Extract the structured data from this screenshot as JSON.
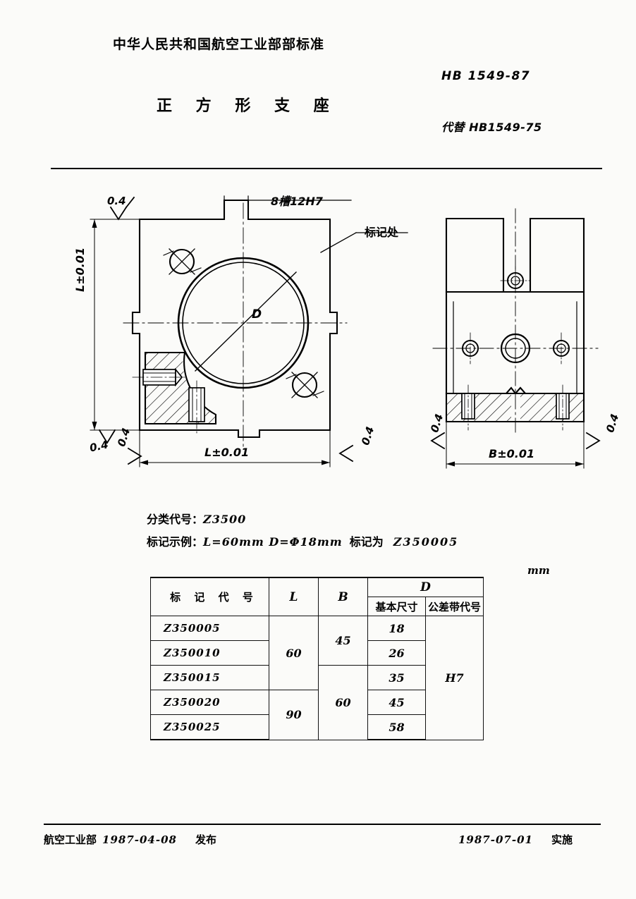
{
  "document": {
    "issuer_header": "中华人民共和国航空工业部部标准",
    "title": "正 方 形 支 座",
    "standard_number": "HB 1549-87",
    "replaces": "代替 HB1549-75"
  },
  "drawing": {
    "front_view": {
      "slot_note": "8槽12H7",
      "marking_note": "标记处",
      "bore_label": "D",
      "width_dim": "L±0.01",
      "height_dim": "L±0.01",
      "roughness_top_left": "0.4",
      "roughness_bottom_left_a": "0.4",
      "roughness_bottom_left_b": "0.4",
      "roughness_bottom_right": "0.4"
    },
    "side_view": {
      "width_dim": "B±0.01",
      "roughness_left": "0.4",
      "roughness_right": "0.4"
    }
  },
  "spec_notes": {
    "classification_label": "分类代号",
    "classification_sep": "：",
    "classification_value": "Z3500",
    "example_label": "标记示例",
    "example_sep": "：",
    "example_value": "L=60mm   D=Φ18mm",
    "example_marked_as": "标记为",
    "example_code": "Z350005"
  },
  "table": {
    "unit": "mm",
    "headers": {
      "mark_code": "标 记 代 号",
      "L": "L",
      "B": "B",
      "D": "D",
      "D_basic": "基本尺寸",
      "D_tolerance": "公差带代号"
    },
    "rows": [
      {
        "code": "Z350005",
        "L": "60",
        "B": "45",
        "D_basic": "18",
        "D_tolerance": "H7"
      },
      {
        "code": "Z350010",
        "L": "60",
        "B": "45",
        "D_basic": "26",
        "D_tolerance": "H7"
      },
      {
        "code": "Z350015",
        "L": "60",
        "B": "60",
        "D_basic": "35",
        "D_tolerance": "H7"
      },
      {
        "code": "Z350020",
        "L": "90",
        "B": "60",
        "D_basic": "45",
        "D_tolerance": "H7"
      },
      {
        "code": "Z350025",
        "L": "90",
        "B": "60",
        "D_basic": "58",
        "D_tolerance": "H7"
      }
    ],
    "merged": {
      "L_60": "60",
      "L_90": "90",
      "B_45": "45",
      "B_60": "60",
      "tolerance": "H7"
    }
  },
  "footer": {
    "issuer": "航空工业部",
    "issue_date": "1987-04-08",
    "issue_action": "发布",
    "effective_date": "1987-07-01",
    "effective_action": "实施"
  },
  "chart_data": {
    "type": "table",
    "title": "正方形支座 尺寸表",
    "unit": "mm",
    "columns": [
      "标记代号",
      "L",
      "B",
      "D 基本尺寸",
      "D 公差带代号"
    ],
    "rows": [
      [
        "Z350005",
        60,
        45,
        18,
        "H7"
      ],
      [
        "Z350010",
        60,
        45,
        26,
        "H7"
      ],
      [
        "Z350015",
        60,
        60,
        35,
        "H7"
      ],
      [
        "Z350020",
        90,
        60,
        45,
        "H7"
      ],
      [
        "Z350025",
        90,
        60,
        58,
        "H7"
      ]
    ]
  }
}
